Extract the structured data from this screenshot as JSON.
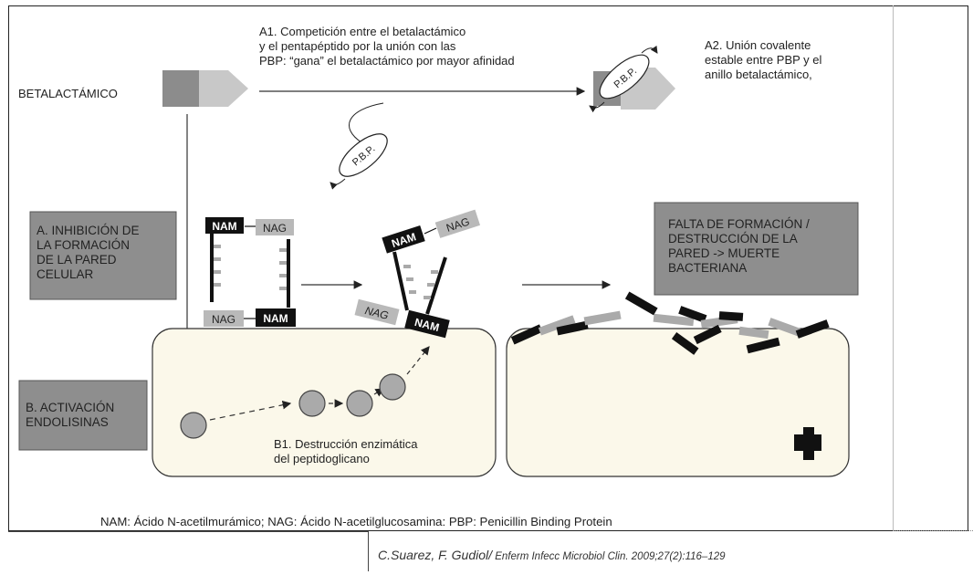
{
  "labels": {
    "betalactamico": "BETALACTÁMICO",
    "a1": [
      "A1. Competición entre el betalactámico",
      "y el pentapéptido por la unión con las",
      "PBP: “gana” el betalactámico por mayor afinidad"
    ],
    "a2": [
      "A2. Unión covalente",
      "estable entre PBP y el",
      "anillo betalactámico,"
    ],
    "boxA": [
      "A. INHIBICIÓN DE",
      "LA FORMACIÓN",
      "DE LA PARED",
      "CELULAR"
    ],
    "boxB": [
      "B. ACTIVACIÓN",
      "ENDOLISINAS"
    ],
    "boxFalta": [
      "FALTA DE FORMACIÓN /",
      "DESTRUCCIÓN DE LA",
      "PARED -> MUERTE",
      " BACTERIANA"
    ],
    "b1": [
      "B1. Destrucción enzimática",
      " del peptidoglicano"
    ],
    "nam": "NAM",
    "nag": "NAG",
    "pbp": "P.B.P."
  },
  "caption": "NAM: Ácido N-acetilmurámico; NAG: Ácido N-acetilglucosamina: PBP: Penicillin Binding Protein",
  "citation": {
    "authors": "C.Suarez, F. Gudiol/",
    "journal": " Enferm Infecc Microbiol Clin. 2009;27(2):116–129"
  },
  "colors": {
    "box_gray": "#8e8e8e",
    "cell_fill": "#fbf8ea",
    "nag_fill": "#b9b9b9",
    "nam_fill": "#111111"
  }
}
